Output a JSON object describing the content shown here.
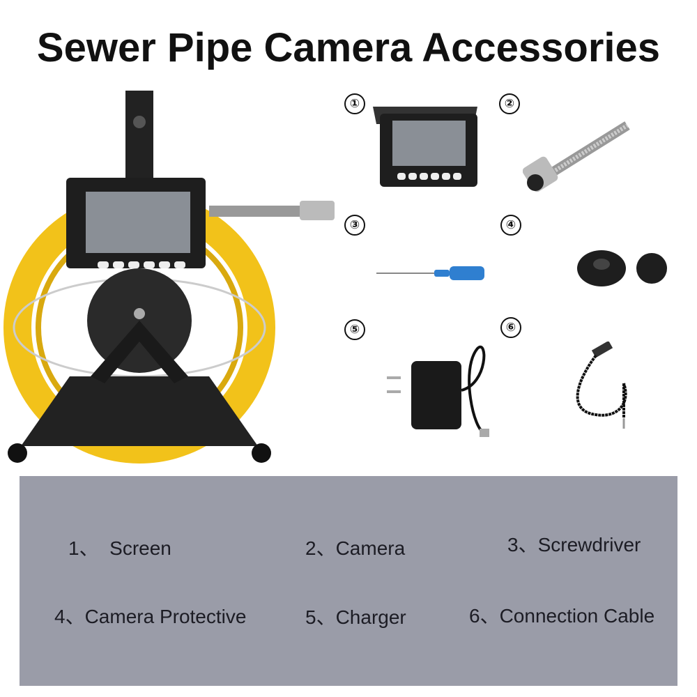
{
  "title": "Sewer Pipe Camera Accessories",
  "markers": [
    "①",
    "②",
    "③",
    "④",
    "⑤",
    "⑥"
  ],
  "legend": [
    {
      "num": "1、",
      "label": "Screen"
    },
    {
      "num": "2、",
      "label": "Camera"
    },
    {
      "num": "3、",
      "label": "Screwdriver"
    },
    {
      "num": "4、",
      "label": "Camera Protective"
    },
    {
      "num": "5、",
      "label": "Charger"
    },
    {
      "num": "6、",
      "label": "Connection Cable"
    }
  ],
  "colors": {
    "panel": "#9a9ca8",
    "cable": "#f2c21a",
    "handle": "#2f7fd0"
  }
}
